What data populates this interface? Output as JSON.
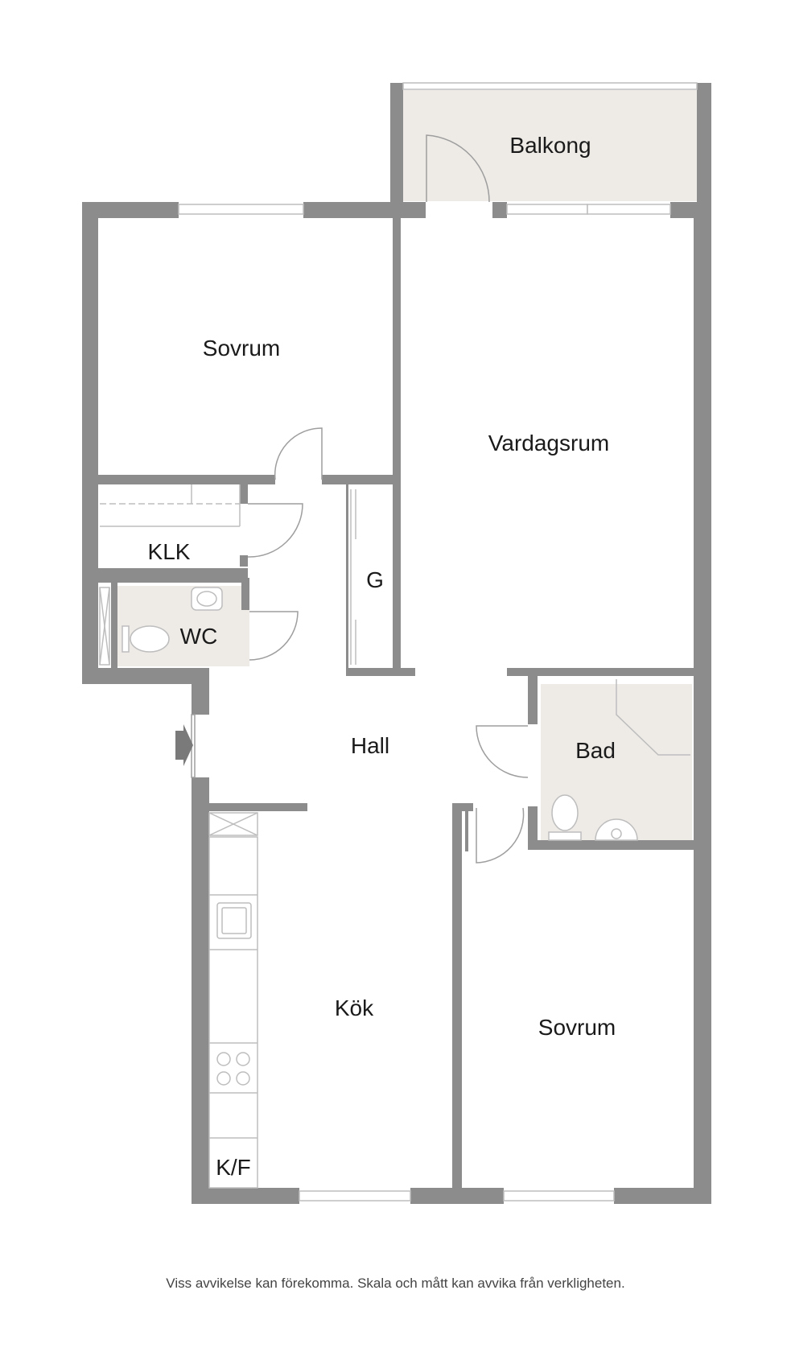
{
  "rooms": {
    "balkong": "Balkong",
    "sovrum_top": "Sovrum",
    "vardagsrum": "Vardagsrum",
    "klk": "KLK",
    "g": "G",
    "wc": "WC",
    "hall": "Hall",
    "bad": "Bad",
    "kok": "Kök",
    "sovrum_bottom": "Sovrum",
    "kf": "K/F"
  },
  "footer": {
    "disclaimer": "Viss avvikelse kan förekomma. Skala och mått kan avvika från verkligheten."
  },
  "colors": {
    "wall": "#8c8c8c",
    "wet_room_fill": "#eeebe7",
    "fixture_line": "#bdbdbd"
  }
}
